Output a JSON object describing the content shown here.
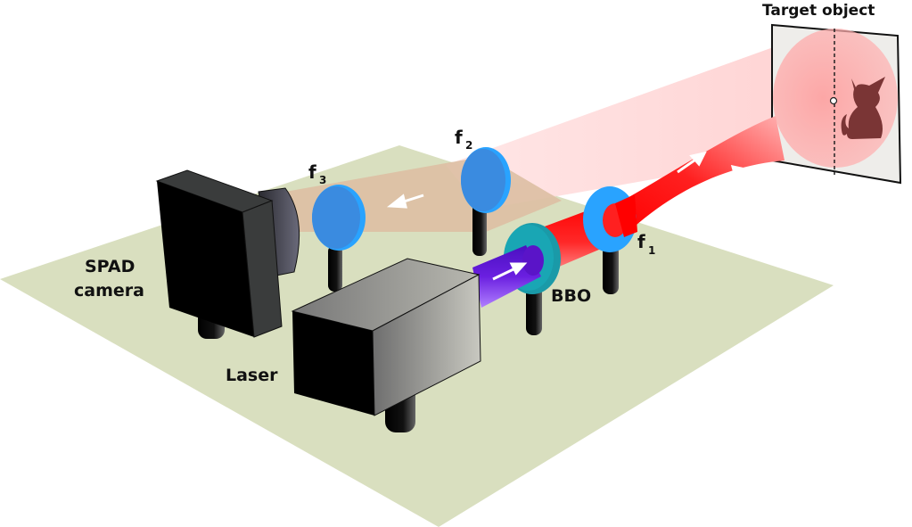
{
  "title": "Quantum imaging optical setup",
  "labels": {
    "target": "Target object",
    "spad_line1": "SPAD",
    "spad_line2": "camera",
    "laser": "Laser",
    "bbo": "BBO",
    "f1": "f",
    "f1_sub": "1",
    "f2": "f",
    "f2_sub": "2",
    "f3": "f",
    "f3_sub": "3"
  },
  "components": [
    {
      "name": "Laser",
      "role": "pump source"
    },
    {
      "name": "BBO",
      "role": "nonlinear crystal"
    },
    {
      "name": "f1",
      "role": "lens"
    },
    {
      "name": "f2",
      "role": "lens"
    },
    {
      "name": "f3",
      "role": "lens"
    },
    {
      "name": "SPAD camera",
      "role": "detector"
    },
    {
      "name": "Target object",
      "role": "object (cat silhouette)"
    }
  ],
  "colors": {
    "table": "#d9dfbf",
    "pump_beam": "#5a14c8",
    "signal_beam": "#ff1a1a",
    "return_beam": "#ddbfa3",
    "lens": "#3a8be0",
    "lens_rim": "#29a3ff",
    "bbo": "#1a9aa8",
    "cat": "#7a3535",
    "screen": "#eeedea"
  }
}
